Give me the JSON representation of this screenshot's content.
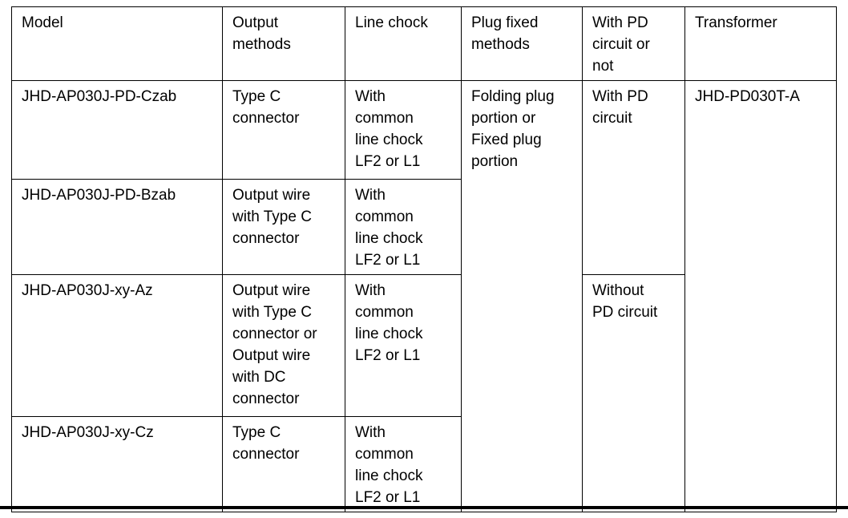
{
  "table": {
    "headers": {
      "model": "Model",
      "output_methods": "Output\nmethods",
      "line_chock": "Line chock",
      "plug_fixed_methods": "Plug fixed\nmethods",
      "pd_circuit": "With PD\ncircuit or\nnot",
      "transformer": "Transformer"
    },
    "rows": [
      {
        "model": "JHD-AP030J-PD-Czab",
        "output": "Type C\nconnector",
        "chock": "With\ncommon\nline chock\nLF2 or L1"
      },
      {
        "model": "JHD-AP030J-PD-Bzab",
        "output": "Output wire\nwith Type C\nconnector",
        "chock": "With\ncommon\nline chock\nLF2 or L1"
      },
      {
        "model": "JHD-AP030J-xy-Az",
        "output": "Output wire\nwith Type C\nconnector or\nOutput wire\nwith DC\nconnector",
        "chock": "With\ncommon\nline chock\nLF2 or L1"
      },
      {
        "model": "JHD-AP030J-xy-Cz",
        "output": "Type C\nconnector",
        "chock": "With\ncommon\nline chock\nLF2 or L1"
      }
    ],
    "merged": {
      "plug_fixed": "Folding plug\nportion or\nFixed plug\nportion",
      "with_pd": "With PD\ncircuit",
      "without_pd": "Without\nPD circuit",
      "transformer_model": "JHD-PD030T-A"
    },
    "colors": {
      "border": "#000000",
      "text": "#000000",
      "background": "#ffffff"
    }
  }
}
